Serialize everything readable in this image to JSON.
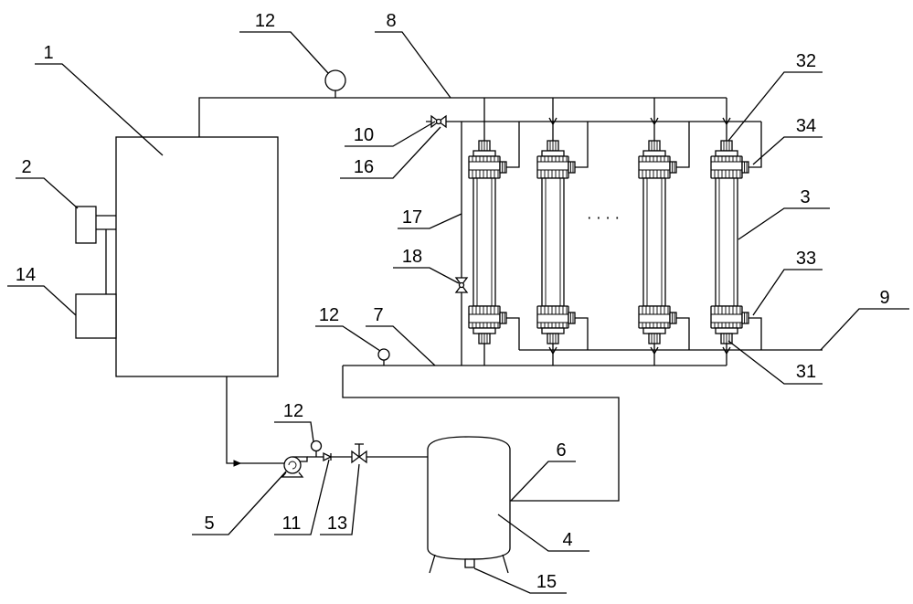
{
  "figure": {
    "labels": {
      "label_1": "1",
      "label_2": "2",
      "label_3": "3",
      "label_4": "4",
      "label_5": "5",
      "label_6": "6",
      "label_7": "7",
      "label_8": "8",
      "label_9": "9",
      "label_10": "10",
      "label_11": "11",
      "label_12_a": "12",
      "label_12_b": "12",
      "label_12_c": "12",
      "label_13": "13",
      "label_14": "14",
      "label_15": "15",
      "label_16": "16",
      "label_17": "17",
      "label_18": "18",
      "label_31": "31",
      "label_32": "32",
      "label_33": "33",
      "label_34": "34"
    },
    "ellipsis": "· · · ·"
  },
  "colors": {
    "line": "#000000",
    "background": "#ffffff"
  }
}
